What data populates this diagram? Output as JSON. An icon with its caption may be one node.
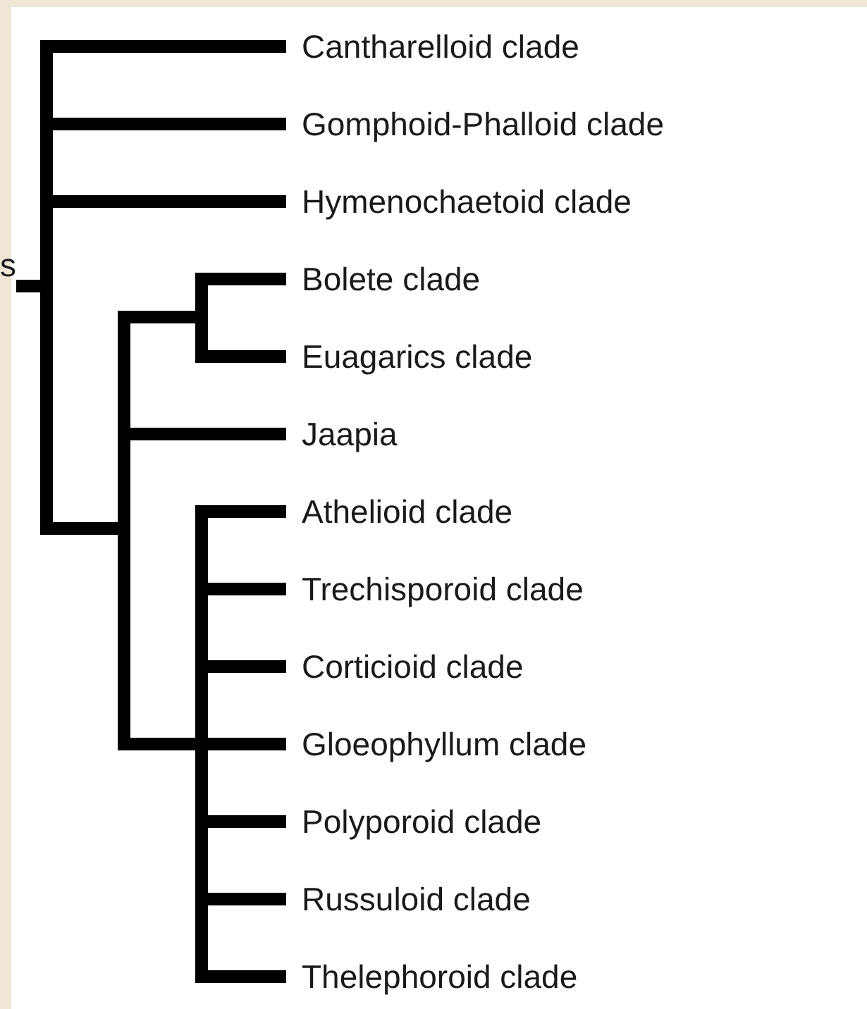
{
  "diagram": {
    "nodes": [
      {
        "text": [
          "s"
        ]
      },
      {
        "text": [
          "Cantharelloid clade"
        ]
      },
      {
        "text": [
          "Gomphoid-Phalloid clade"
        ]
      },
      {
        "text": [
          "Hymenochaetoid clade"
        ]
      },
      {
        "text": [
          "Bolete clade"
        ]
      },
      {
        "text": [
          "Euagarics clade"
        ]
      },
      {
        "text": [
          "Jaapia"
        ]
      },
      {
        "text": [
          "Athelioid clade"
        ]
      },
      {
        "text": [
          "Trechisporoid clade"
        ]
      },
      {
        "text": [
          "Corticioid clade"
        ]
      },
      {
        "text": [
          "Gloeophyllum clade"
        ]
      },
      {
        "text": [
          "Polyporoid clade"
        ]
      },
      {
        "text": [
          "Russuloid clade"
        ]
      },
      {
        "text": [
          "Thelephoroid clade"
        ]
      }
    ],
    "edges": [
      {
        "from": 0,
        "to": 1,
        "arrow": "none"
      },
      {
        "from": 0,
        "to": 2,
        "arrow": "none"
      },
      {
        "from": 0,
        "to": 3,
        "arrow": "none"
      },
      {
        "from": 0,
        "to": 4,
        "arrow": "none"
      },
      {
        "from": 0,
        "to": 5,
        "arrow": "none"
      },
      {
        "from": 0,
        "to": 6,
        "arrow": "none"
      },
      {
        "from": 0,
        "to": 7,
        "arrow": "none"
      },
      {
        "from": 0,
        "to": 8,
        "arrow": "none"
      },
      {
        "from": 0,
        "to": 9,
        "arrow": "none"
      },
      {
        "from": 0,
        "to": 10,
        "arrow": "none"
      },
      {
        "from": 0,
        "to": 11,
        "arrow": "none"
      },
      {
        "from": 0,
        "to": 12,
        "arrow": "none"
      },
      {
        "from": 0,
        "to": 13,
        "arrow": "none"
      }
    ]
  }
}
